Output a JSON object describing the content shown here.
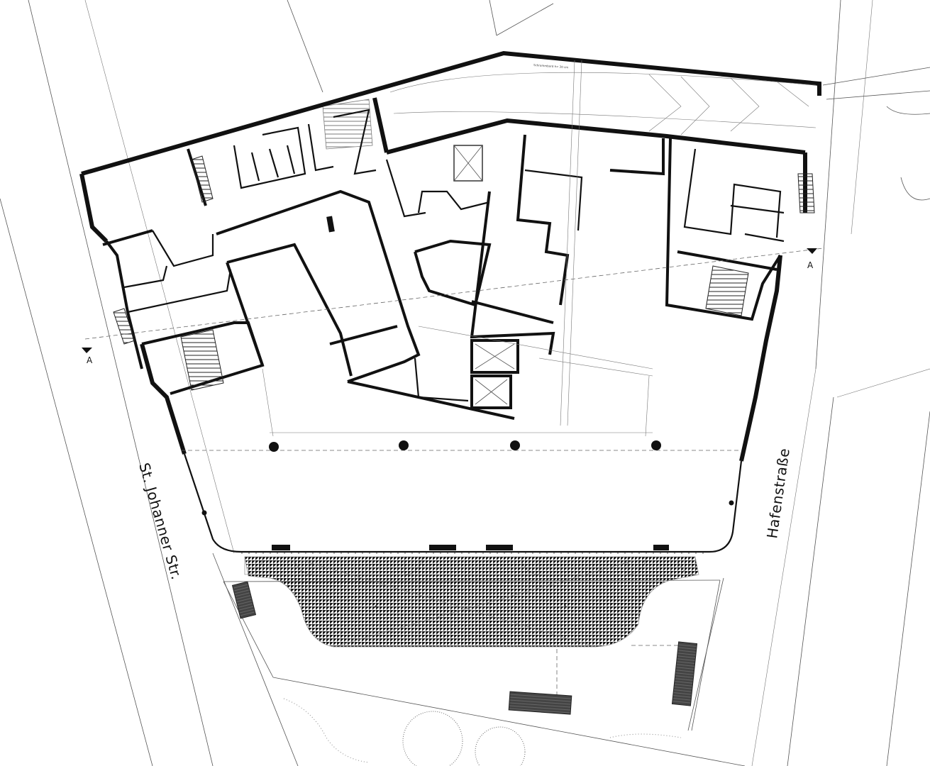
{
  "labels": {
    "street_west": "St. Johanner Str.",
    "street_east": "Hafenstraße",
    "section_west": "A",
    "section_east": "A",
    "small_note": "Schrammbord h= 20 cm"
  },
  "colors": {
    "wall": "#111111",
    "line": "#555555",
    "background": "#ffffff"
  }
}
